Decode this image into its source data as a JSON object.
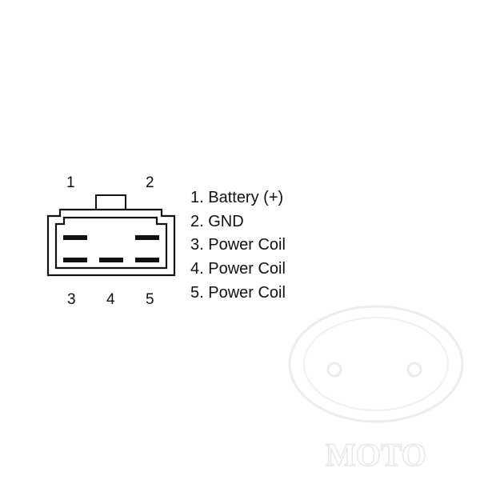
{
  "pins": {
    "top": [
      "1",
      "2"
    ],
    "bottom": [
      "3",
      "4",
      "5"
    ]
  },
  "legend": [
    "1. Battery (+)",
    "2. GND",
    "3. Power Coil",
    "4. Power Coil",
    "5. Power Coil"
  ],
  "watermark": {
    "text": "MOTO"
  },
  "colors": {
    "line": "#111111",
    "background": "#ffffff",
    "watermark": "#e6e6e6"
  }
}
